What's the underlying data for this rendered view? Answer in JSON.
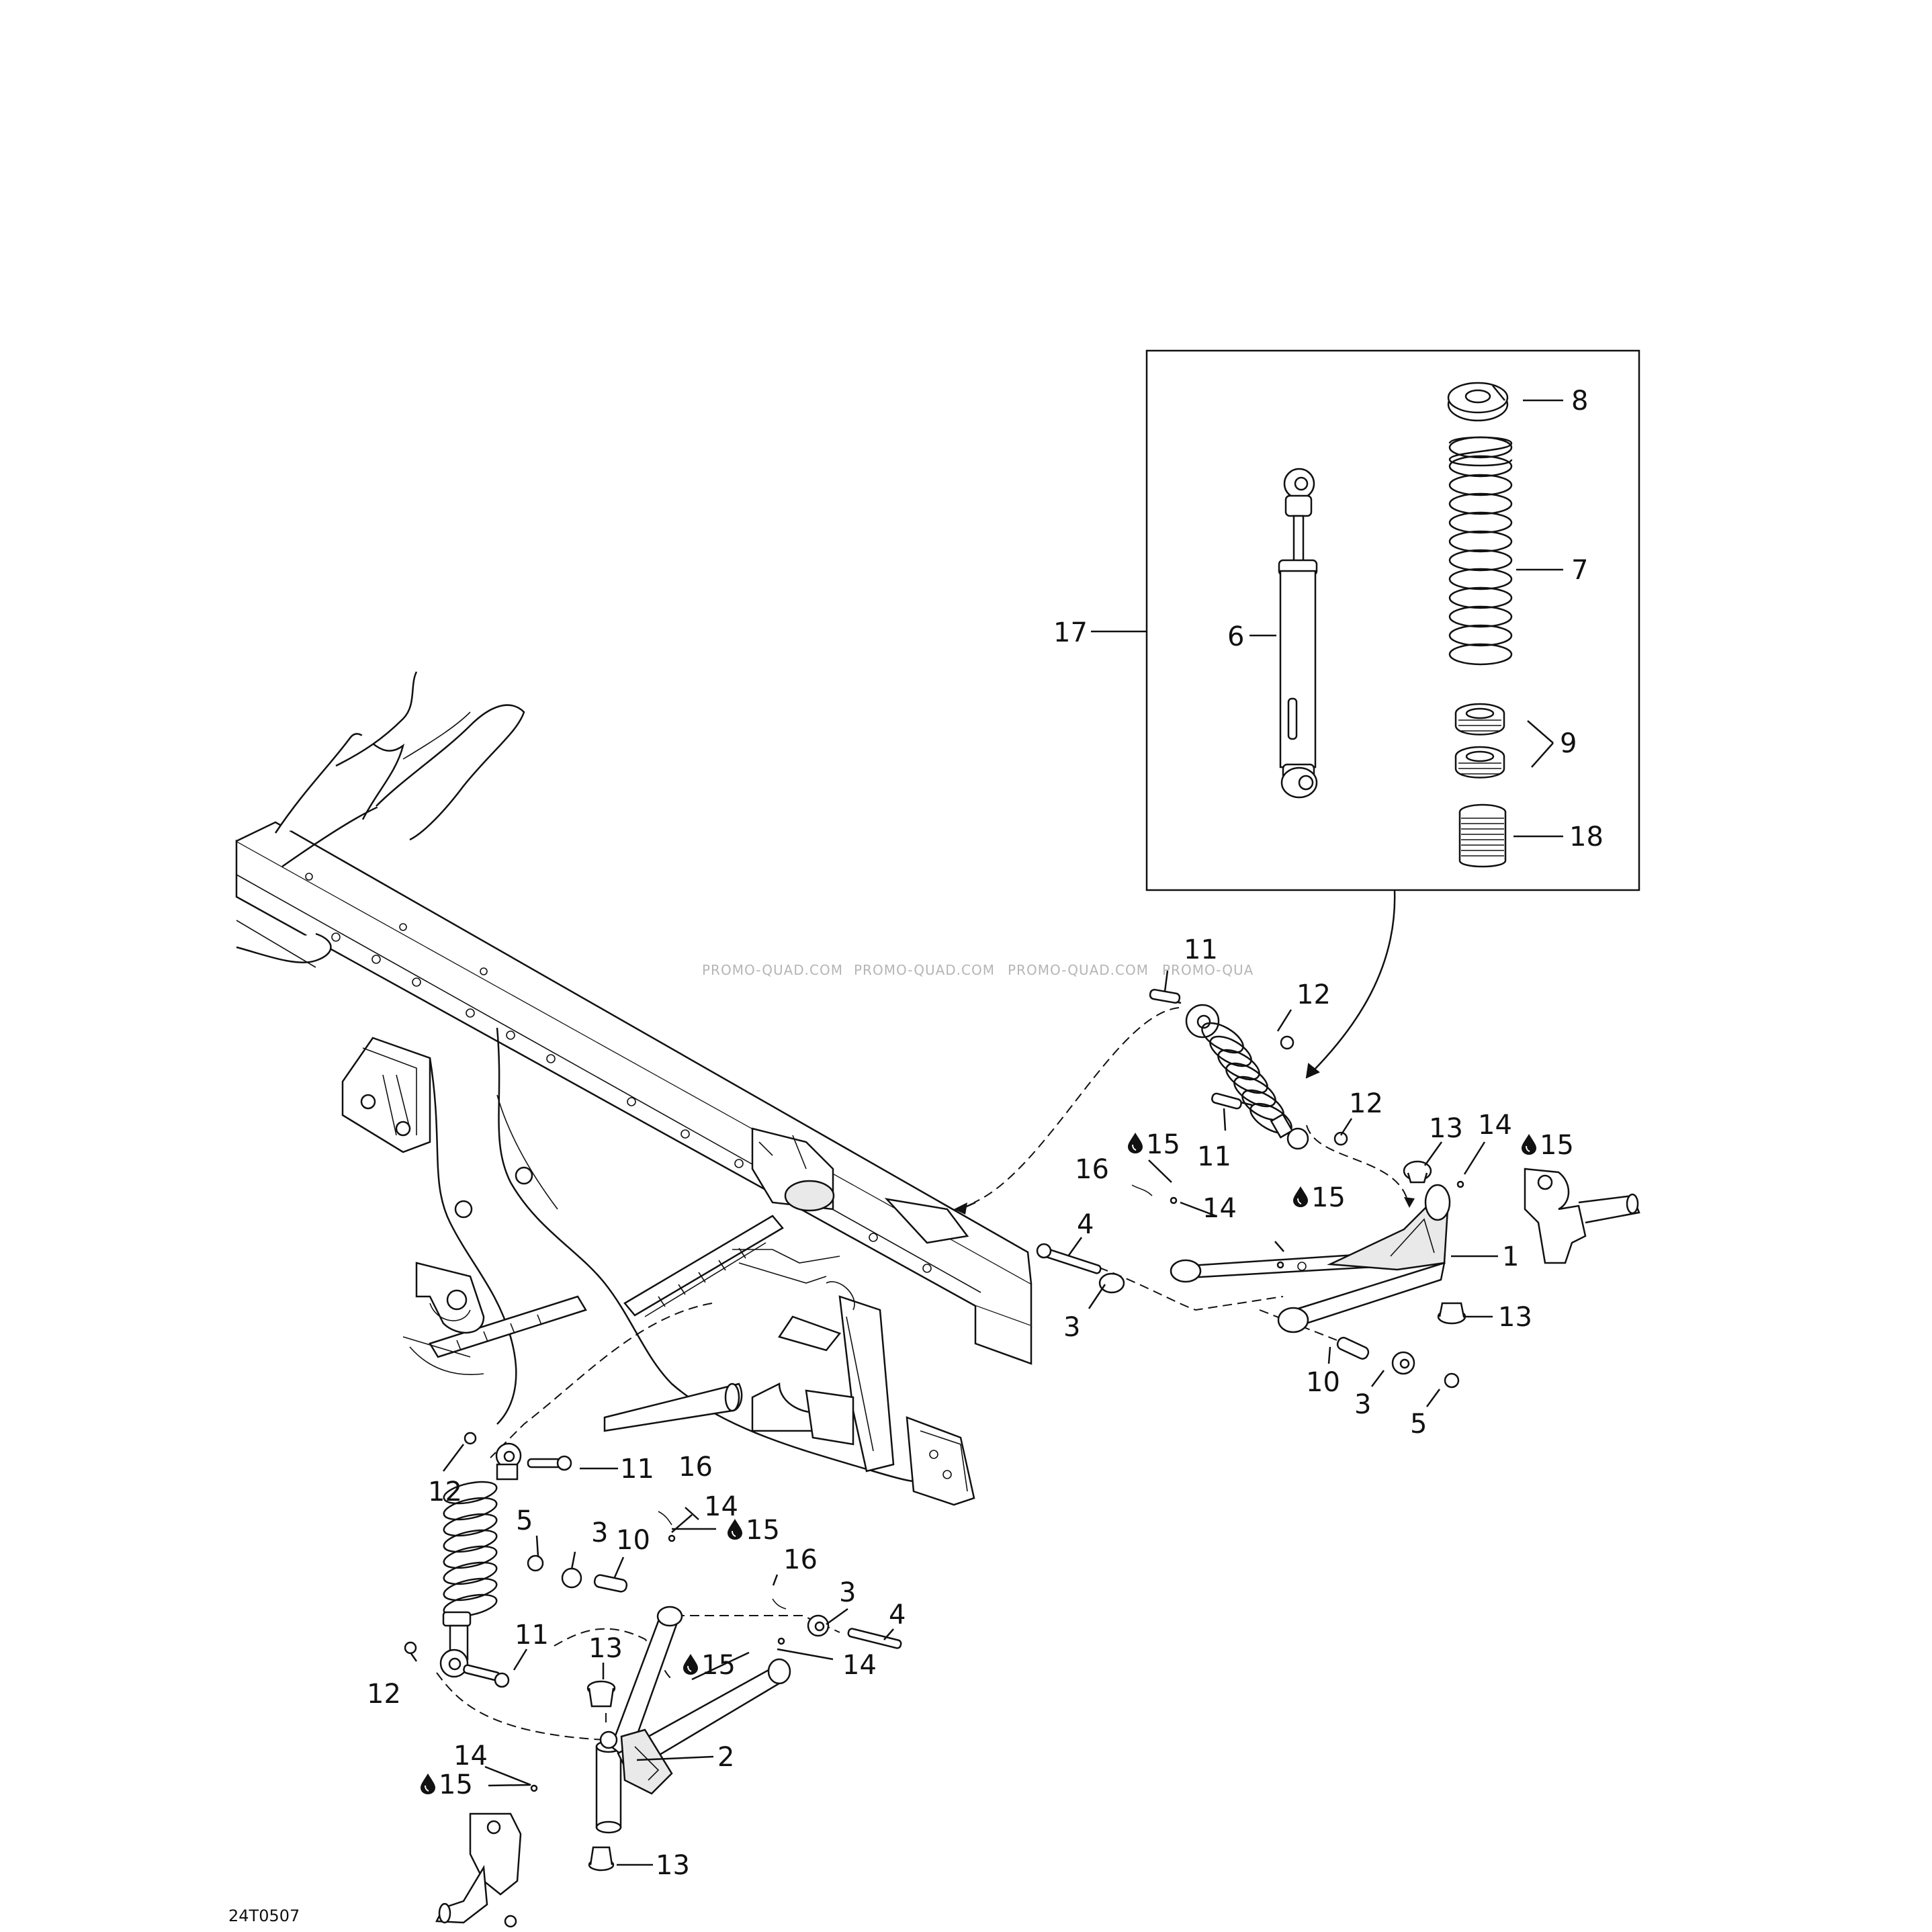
{
  "diagram": {
    "callouts": {
      "c1": "1",
      "c2": "2",
      "c3a": "3",
      "c3b": "3",
      "c3c": "3",
      "c3d": "3",
      "c4a": "4",
      "c4b": "4",
      "c5a": "5",
      "c5b": "5",
      "c6": "6",
      "c7": "7",
      "c8": "8",
      "c9": "9",
      "c10a": "10",
      "c10b": "10",
      "c11a": "11",
      "c11b": "11",
      "c11c": "11",
      "c11d": "11",
      "c12a": "12",
      "c12b": "12",
      "c12c": "12",
      "c12d": "12",
      "c13a": "13",
      "c13b": "13",
      "c13c": "13",
      "c13d": "13",
      "c14a": "14",
      "c14b": "14",
      "c14c": "14",
      "c14d": "14",
      "c14e": "14",
      "c15a": "15",
      "c15b": "15",
      "c15c": "15",
      "c15d": "15",
      "c15e": "15",
      "c15f": "15",
      "c16a": "16",
      "c16b": "16",
      "c16c": "16",
      "c17": "17",
      "c18": "18"
    },
    "watermarks": [
      "PROMO-QUAD.COM",
      "PROMO-QUAD.COM",
      "PROMO-QUAD.COM",
      "PROMO-QUA"
    ],
    "reference_code": "24T0507"
  },
  "icons": {
    "grease": "grease-drop-icon"
  }
}
